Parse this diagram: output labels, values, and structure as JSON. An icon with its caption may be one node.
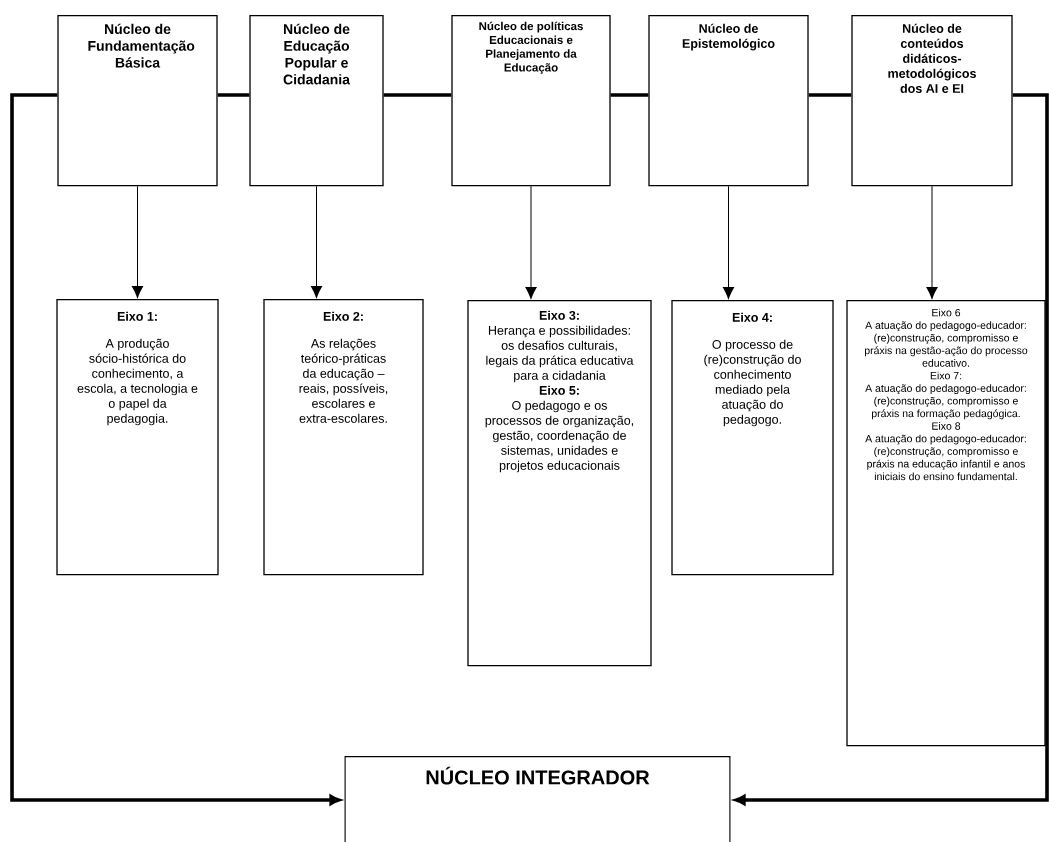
{
  "diagram": {
    "nodes": [
      {
        "text": [
          "Núcleo de Fundamentação Básica"
        ]
      },
      {
        "text": [
          "Núcleo de Educação Popular e Cidadania"
        ]
      },
      {
        "text": [
          "Núcleo de políticas Educacionais e Planejamento da Educação"
        ]
      },
      {
        "text": [
          "Núcleo de Epistemológico"
        ]
      },
      {
        "text": [
          "Núcleo de conteúdos didáticos-metodológicos dos AI e EI"
        ]
      },
      {
        "text": [
          "Eixo 1:",
          "A produção sócio-histórica do conhecimento, a escola, a tecnologia e o papel da pedagogia."
        ]
      },
      {
        "text": [
          "Eixo 2:",
          "As relações teórico-práticas da educação – reais, possíveis, escolares e extra-escolares."
        ]
      },
      {
        "text": [
          "Eixo 3:",
          "Herança e possibilidades: os desafios culturais, legais da prática educativa para a cidadania",
          "Eixo 5:",
          "O pedagogo e os processos de organização, gestão, coordenação de sistemas, unidades e projetos educacionais"
        ]
      },
      {
        "text": [
          "Eixo 4:",
          "O processo de (re)construção do conhecimento mediado pela atuação do pedagogo."
        ]
      },
      {
        "text": [
          "Eixo 6",
          "A atuação do pedagogo-educador: (re)construção, compromisso e práxis na gestão-ação do processo educativo.",
          "Eixo 7:",
          "A atuação do pedagogo-educador: (re)construção, compromisso e práxis na formação pedagógica.",
          "Eixo 8",
          "A atuação do pedagogo-educador: (re)construção, compromisso e práxis na educação infantil e anos iniciais do ensino fundamental."
        ]
      },
      {
        "text": [
          "NÚCLEO INTEGRADOR"
        ]
      }
    ],
    "edges": [
      {
        "from": 0,
        "to": 1,
        "arrow": "none"
      },
      {
        "from": 1,
        "to": 2,
        "arrow": "none"
      },
      {
        "from": 2,
        "to": 3,
        "arrow": "none"
      },
      {
        "from": 3,
        "to": 4,
        "arrow": "none"
      },
      {
        "from": 0,
        "to": 5,
        "arrow": "to"
      },
      {
        "from": 1,
        "to": 6,
        "arrow": "to"
      },
      {
        "from": 2,
        "to": 7,
        "arrow": "to"
      },
      {
        "from": 3,
        "to": 8,
        "arrow": "to"
      },
      {
        "from": 4,
        "to": 9,
        "arrow": "to"
      },
      {
        "from": 0,
        "to": 10,
        "arrow": "to"
      },
      {
        "from": 4,
        "to": 10,
        "arrow": "to"
      }
    ]
  }
}
